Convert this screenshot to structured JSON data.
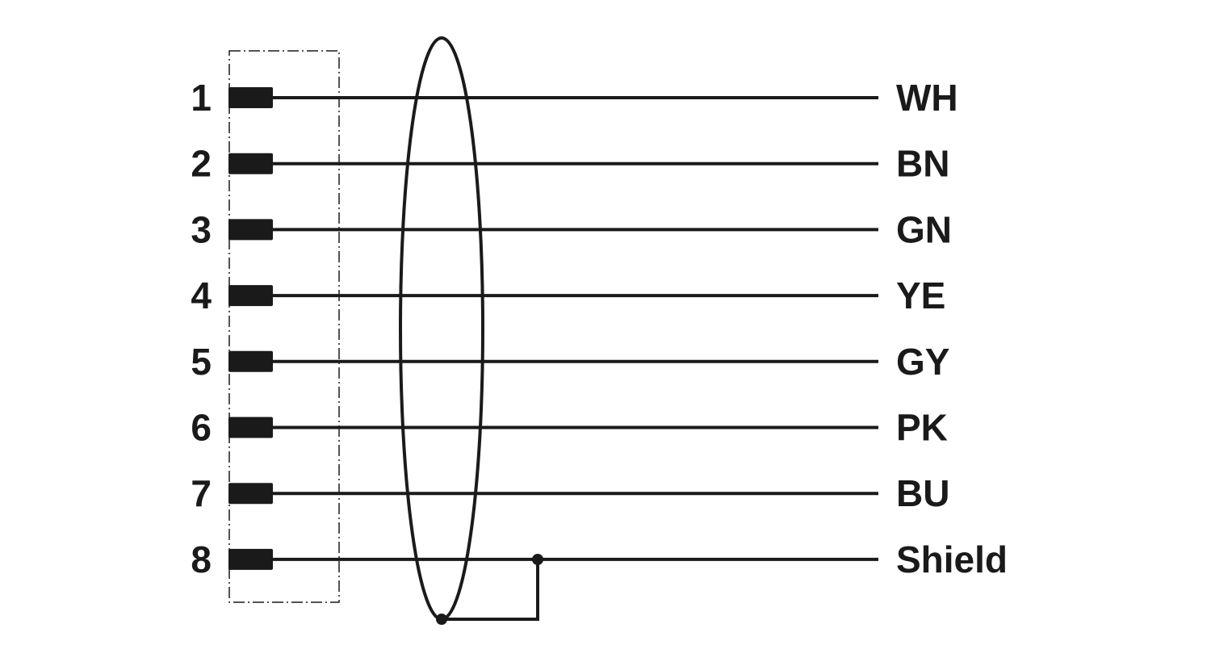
{
  "diagram": {
    "pins": [
      {
        "number": "1",
        "label": "WH"
      },
      {
        "number": "2",
        "label": "BN"
      },
      {
        "number": "3",
        "label": "GN"
      },
      {
        "number": "4",
        "label": "YE"
      },
      {
        "number": "5",
        "label": "GY"
      },
      {
        "number": "6",
        "label": "PK"
      },
      {
        "number": "7",
        "label": "BU"
      },
      {
        "number": "8",
        "label": "Shield"
      }
    ],
    "colors": {
      "stroke": "#1a1a1a",
      "background": "#ffffff"
    }
  }
}
